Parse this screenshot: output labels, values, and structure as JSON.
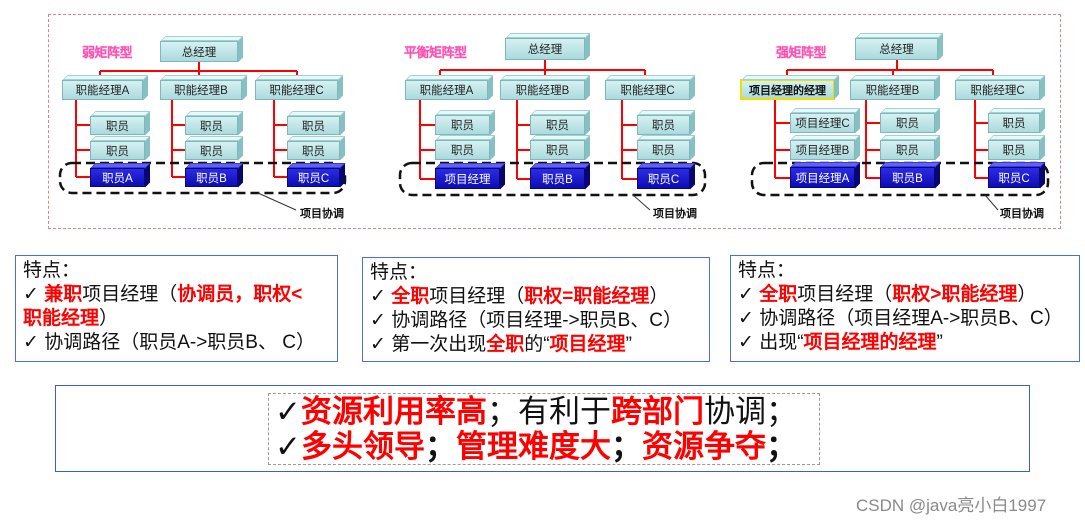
{
  "colors": {
    "connector_red": "#ff0000",
    "emphasis_red": "#ff0000",
    "project_blue": "#1414c8",
    "box_teal": "#c3e8ea",
    "title_pink": "#ff4fb0",
    "panel_border_blue": "#4a6ee0",
    "highlight_yellow": "#f0e000"
  },
  "charts": [
    {
      "title": "弱矩阵型",
      "top": "总经理",
      "managers": [
        "职能经理A",
        "职能经理B",
        "职能经理C"
      ],
      "columns": [
        [
          "职员",
          "职员",
          "职员A"
        ],
        [
          "职员",
          "职员",
          "职员B"
        ],
        [
          "职员",
          "职员",
          "职员C"
        ]
      ],
      "coordination_label": "项目协调"
    },
    {
      "title": "平衡矩阵型",
      "top": "总经理",
      "managers": [
        "职能经理A",
        "职能经理B",
        "职能经理C"
      ],
      "columns": [
        [
          "职员",
          "职员",
          "项目经理"
        ],
        [
          "职员",
          "职员",
          "职员B"
        ],
        [
          "职员",
          "职员",
          "职员C"
        ]
      ],
      "coordination_label": "项目协调"
    },
    {
      "title": "强矩阵型",
      "top": "总经理",
      "managers": [
        "项目经理的经理",
        "职能经理B",
        "职能经理C"
      ],
      "columns": [
        [
          "项目经理C",
          "项目经理B",
          "项目经理A"
        ],
        [
          "职员",
          "职员",
          "职员B"
        ],
        [
          "职员",
          "职员",
          "职员C"
        ]
      ],
      "coordination_label": "项目协调"
    }
  ],
  "features": [
    {
      "heading": "特点：",
      "lines": [
        [
          "✓ ",
          "兼职",
          "项目经理（",
          "协调员，职权<"
        ],
        [
          "职能经理",
          "）"
        ],
        [
          "✓ 协调路径（职员A->职员B、 C）"
        ]
      ]
    },
    {
      "heading": "特点：",
      "lines": [
        [
          "✓ ",
          "全职",
          "项目经理（",
          "职权=职能经理",
          "）"
        ],
        [
          "✓ 协调路径（项目经理->职员B、C）"
        ],
        [
          "✓ 第一次出现",
          "全职",
          "的“",
          "项目经理",
          "”"
        ]
      ]
    },
    {
      "heading": "特点：",
      "lines": [
        [
          "✓ ",
          "全职",
          "项目经理（",
          "职权>职能经理",
          "）"
        ],
        [
          "✓ 协调路径（项目经理A->职员B、C）"
        ],
        [
          "✓ 出现“",
          "项目经理的经理",
          "”"
        ]
      ]
    }
  ],
  "summary": {
    "lines": [
      [
        "✓",
        "资源利用率高",
        "；有利于",
        "跨部门",
        "协调；"
      ],
      [
        "✓",
        "多头领导",
        "；",
        "管理难度大",
        "；",
        "资源争夺",
        "；"
      ]
    ]
  },
  "watermark": "CSDN @java亮小白1997"
}
